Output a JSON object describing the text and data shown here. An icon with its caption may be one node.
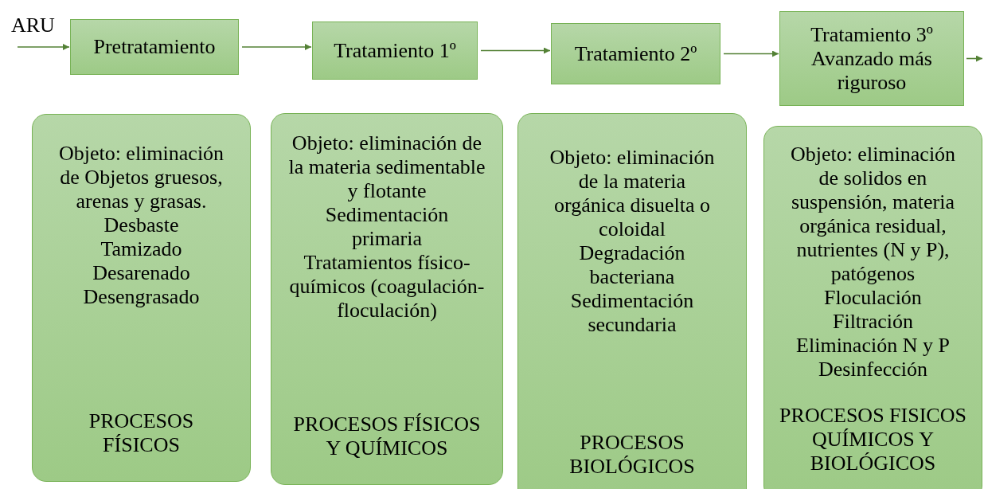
{
  "diagram": {
    "nodes": [
      {
        "text": [
          "Pretratamiento"
        ]
      },
      {
        "text": [
          "Tratamiento 1º"
        ]
      },
      {
        "text": [
          "Tratamiento 2º"
        ]
      },
      {
        "text": [
          "Tratamiento 3º Avanzado más riguroso"
        ]
      },
      {
        "text": [
          "Objeto: eliminación de Objetos gruesos, arenas y grasas.",
          "Desbaste",
          "Tamizado",
          "Desarenado",
          "Desengrasado",
          "PROCESOS FÍSICOS"
        ]
      },
      {
        "text": [
          "Objeto: eliminación de la materia sedimentable y flotante",
          "Sedimentación primaria",
          "Tratamientos físico-químicos (coagulación-floculación)",
          "PROCESOS FÍSICOS Y QUÍMICOS"
        ]
      },
      {
        "text": [
          "Objeto: eliminación de la materia orgánica disuelta o coloidal",
          "Degradación bacteriana",
          "Sedimentación secundaria",
          "PROCESOS BIOLÓGICOS"
        ]
      },
      {
        "text": [
          "Objeto: eliminación de solidos en suspensión, materia orgánica residual, nutrientes (N y P), patógenos",
          "Floculación",
          "Filtración",
          "Eliminación N y P",
          "Desinfección",
          "PROCESOS FISICOS QUÍMICOS Y BIOLÓGICOS"
        ]
      }
    ],
    "edges": [
      {
        "from": null,
        "to": 0,
        "arrow": "to"
      },
      {
        "from": 0,
        "to": 1,
        "arrow": "to"
      },
      {
        "from": 1,
        "to": 2,
        "arrow": "to"
      },
      {
        "from": 2,
        "to": 3,
        "arrow": "to"
      },
      {
        "from": 3,
        "to": null,
        "arrow": "to"
      }
    ],
    "labels": [
      "ARU"
    ]
  }
}
